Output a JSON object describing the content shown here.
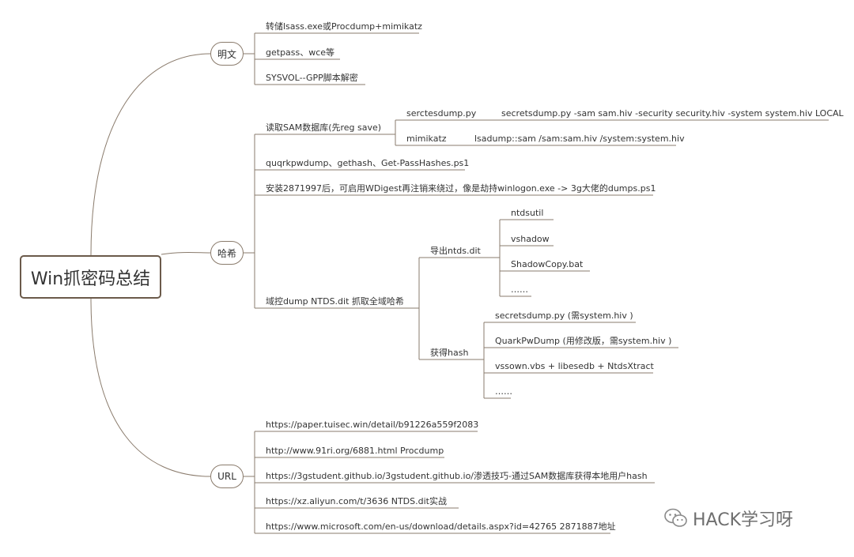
{
  "root": "Win抓密码总结",
  "cat_plaintext": "明文",
  "cat_hash": "哈希",
  "cat_url": "URL",
  "plain": [
    "转储lsass.exe或Procdump+mimikatz",
    "getpass、wce等",
    "SYSVOL--GPP脚本解密"
  ],
  "hash": {
    "sam": "读取SAM数据库(先reg save)",
    "secretsdump": "serctesdump.py",
    "secretsdump_cmd": "secretsdump.py -sam sam.hiv -security security.hiv -system system.hiv LOCAL",
    "mimikatz": "mimikatz",
    "mimikatz_cmd": "lsadump::sam /sam:sam.hiv /system:system.hiv",
    "quarks": "quqrkpwdump、gethash、Get-PassHashes.ps1",
    "wdigest": "安装2871997后，可启用WDigest再注销来绕过，像是劫持winlogon.exe -> 3g大佬的dumps.ps1",
    "ntds": "域控dump NTDS.dit 抓取全域哈希",
    "export": "导出ntds.dit",
    "export_items": [
      "ntdsutil",
      "vshadow",
      "ShadowCopy.bat",
      "……"
    ],
    "gethash": "获得hash",
    "gethash_items": [
      "secretsdump.py (需system.hiv )",
      "QuarkPwDump (用修改版，需system.hiv )",
      "vssown.vbs + libesedb + NtdsXtract",
      "……"
    ]
  },
  "urls": [
    "https://paper.tuisec.win/detail/b91226a559f2083",
    "http://www.91ri.org/6881.html  Procdump",
    "https://3gstudent.github.io/3gstudent.github.io/渗透技巧-通过SAM数据库获得本地用户hash",
    "https://xz.aliyun.com/t/3636  NTDS.dit实战",
    "https://www.microsoft.com/en-us/download/details.aspx?id=42765  2871887地址"
  ],
  "watermark": "HACK学习呀",
  "colors": {
    "line": "#8a7b6c",
    "text": "#333333",
    "root_border": "#6b5a4a"
  }
}
